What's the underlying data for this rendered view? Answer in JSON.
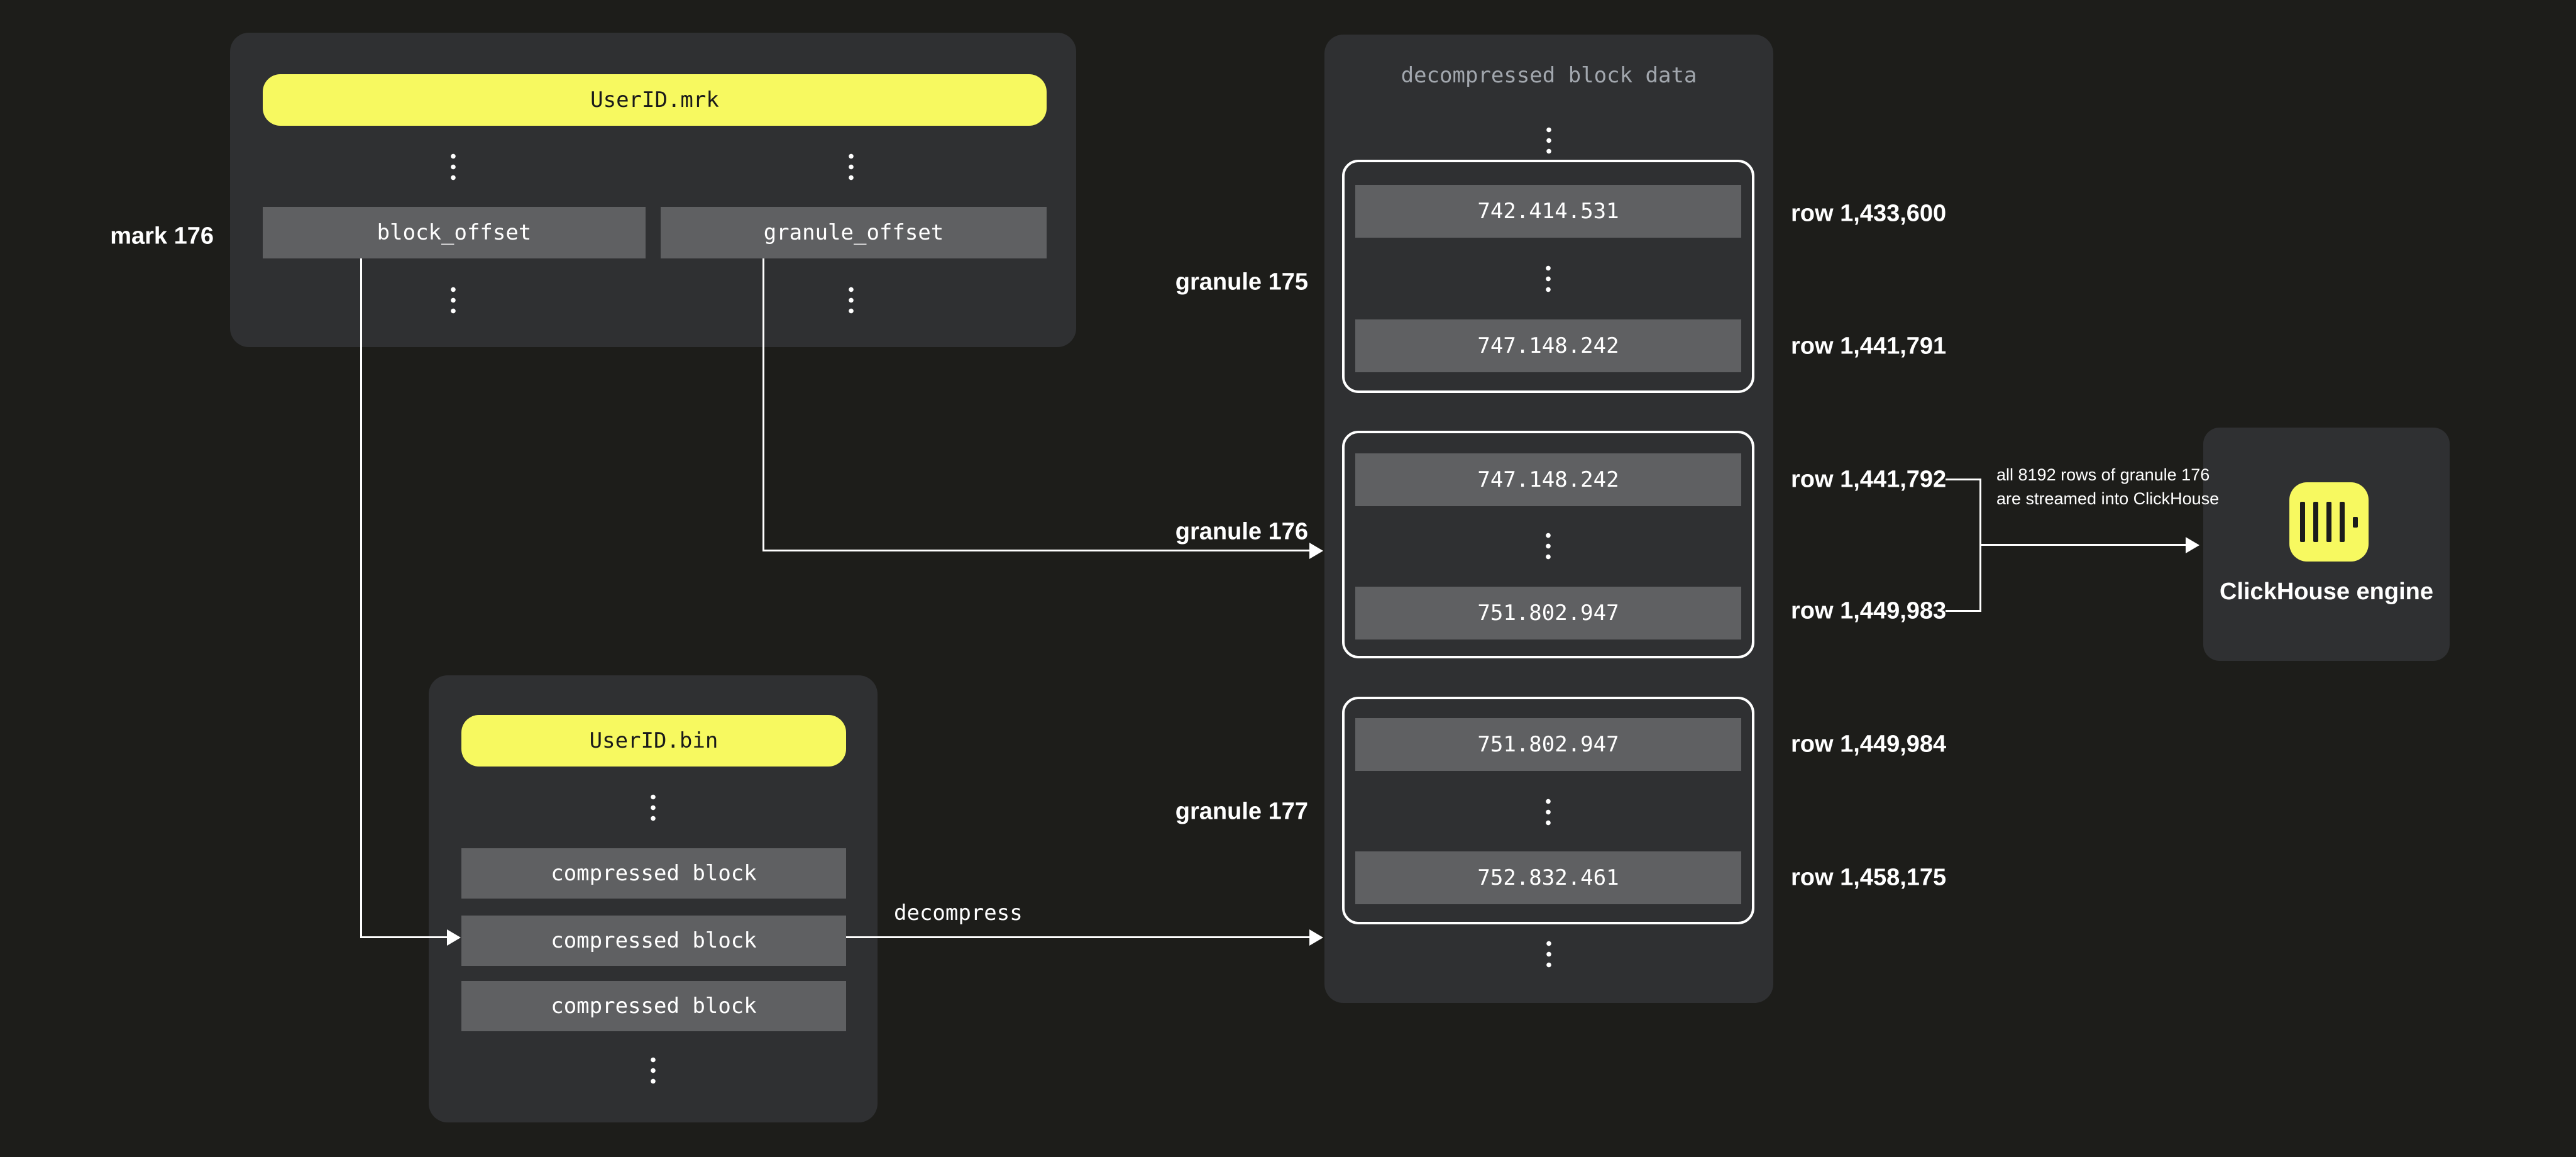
{
  "colors": {
    "background": "#1d1d1a",
    "panel": "#2f3032",
    "box_gray": "#5f6062",
    "accent_yellow": "#f7f960",
    "text_white": "#ffffff",
    "text_dark": "#1a1a1a",
    "muted_title": "#a2a7ae"
  },
  "mark_file": {
    "title": "UserID.mrk",
    "label": "mark 176",
    "fields": [
      "block_offset",
      "granule_offset"
    ]
  },
  "bin_file": {
    "title": "UserID.bin",
    "blocks": [
      "compressed block",
      "compressed block",
      "compressed block"
    ]
  },
  "flow": {
    "decompress_label": "decompress",
    "stream_annotation": "all 8192 rows of granule 176 are streamed into ClickHouse"
  },
  "decompressed": {
    "title": "decompressed block data",
    "granules": [
      {
        "label": "granule 175",
        "first_value": "742.414.531",
        "last_value": "747.148.242",
        "first_row": "row 1,433,600",
        "last_row": "row 1,441,791"
      },
      {
        "label": "granule 176",
        "first_value": "747.148.242",
        "last_value": "751.802.947",
        "first_row": "row 1,441,792",
        "last_row": "row 1,449,983"
      },
      {
        "label": "granule 177",
        "first_value": "751.802.947",
        "last_value": "752.832.461",
        "first_row": "row 1,449,984",
        "last_row": "row 1,458,175"
      }
    ]
  },
  "engine": {
    "label": "ClickHouse engine"
  }
}
